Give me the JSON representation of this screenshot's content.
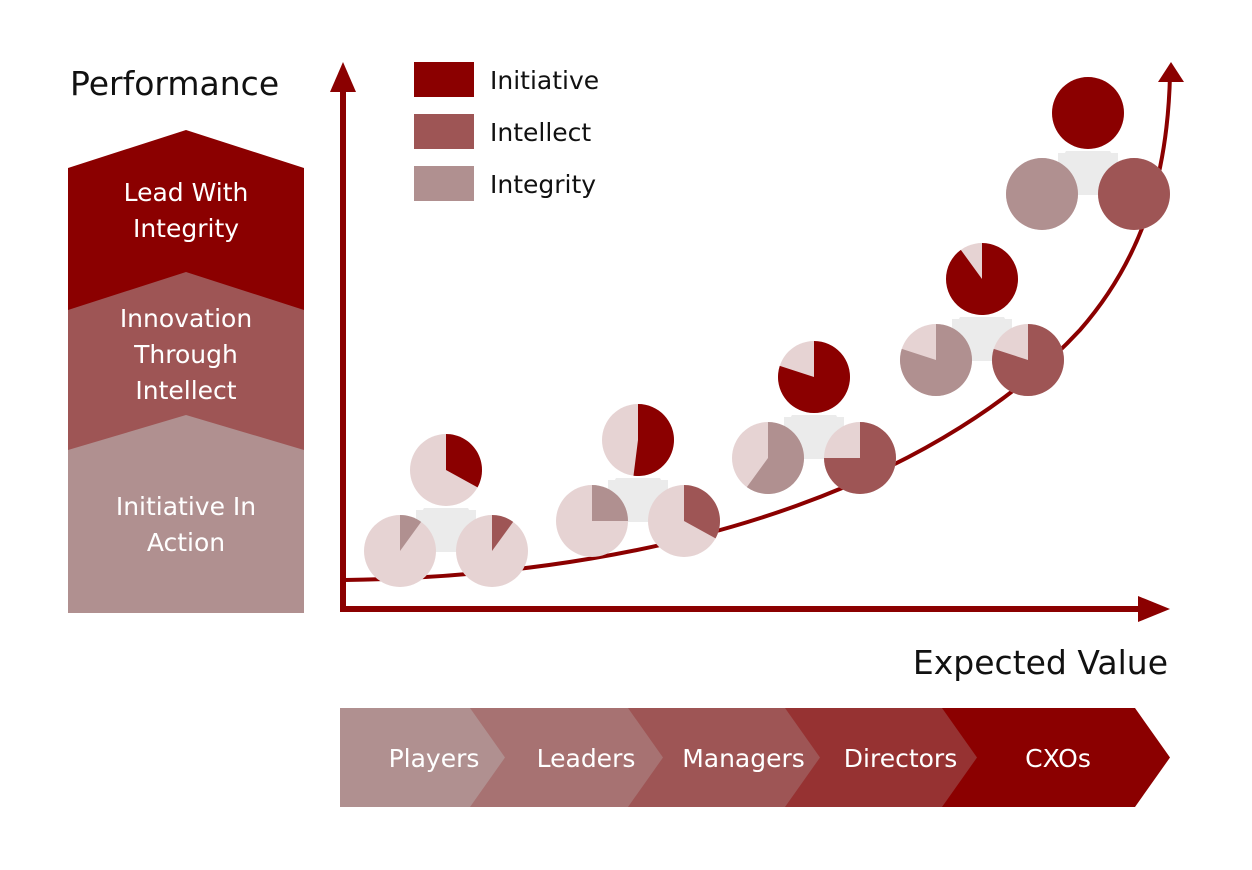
{
  "y_axis_label": "Performance",
  "x_axis_label": "Expected Value",
  "legend": [
    {
      "label": "Initiative",
      "color": "#8b0000"
    },
    {
      "label": "Intellect",
      "color": "#9e5555"
    },
    {
      "label": "Integrity",
      "color": "#b09090"
    }
  ],
  "remainder_color": "#e6d3d3",
  "pillars": [
    {
      "lines": [
        "Lead With",
        "Integrity"
      ],
      "color": "#8b0000"
    },
    {
      "lines": [
        "Innovation",
        "Through",
        "Intellect"
      ],
      "color": "#9e5555"
    },
    {
      "lines": [
        "Initiative In",
        "Action"
      ],
      "color": "#b09090"
    }
  ],
  "stages": [
    {
      "label": "Players",
      "color": "#b09090",
      "initiative": 0.33,
      "integrity": 0.1,
      "intellect": 0.1
    },
    {
      "label": "Leaders",
      "color": "#a77272",
      "initiative": 0.52,
      "integrity": 0.25,
      "intellect": 0.33
    },
    {
      "label": "Managers",
      "color": "#9e5555",
      "initiative": 0.8,
      "integrity": 0.6,
      "intellect": 0.75
    },
    {
      "label": "Directors",
      "color": "#963232",
      "initiative": 0.9,
      "integrity": 0.8,
      "intellect": 0.8
    },
    {
      "label": "CXOs",
      "color": "#8b0000",
      "initiative": 1.0,
      "integrity": 1.0,
      "intellect": 1.0
    }
  ]
}
